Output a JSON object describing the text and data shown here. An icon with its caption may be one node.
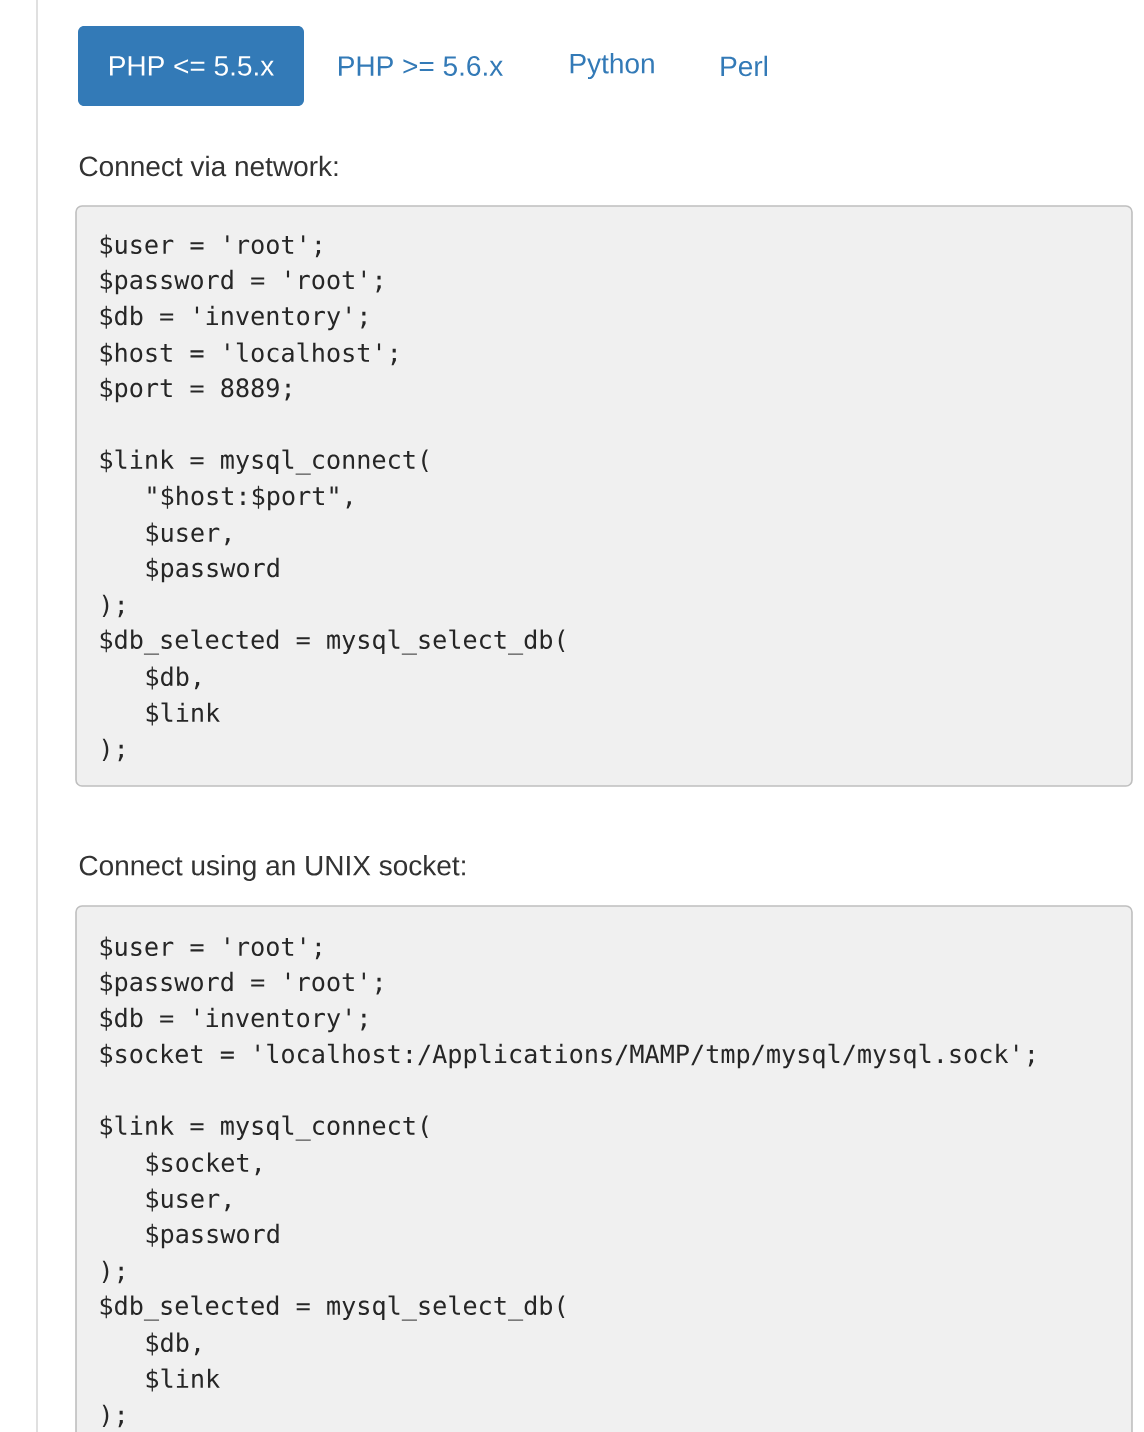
{
  "diagram": {
    "nodes": [
      {
        "text": [
          "PHP <= 5.5.x"
        ]
      },
      {
        "text": [
          "$user = 'root';",
          "$password = 'root';",
          "$db = 'inventory';",
          "$host = 'localhost';",
          "$port = 8889;",
          "$link = mysql_connect(",
          "\"$host:$port\",",
          "$user,",
          "$password",
          ");",
          "$db_selected = mysql_select_db(",
          "$db,",
          "$link",
          ");"
        ]
      },
      {
        "text": [
          "$user = 'root';",
          "$password = 'root';",
          "$db = 'inventory';",
          "$socket = 'localhost:/Applications/MAMP/tmp/mysql/mysql.sock';",
          "$link = mysql_connect(",
          "$socket,",
          "$user,",
          "$password",
          ");",
          "$db_selected = mysql_select_db(",
          "$db,",
          "$link",
          ");"
        ]
      }
    ],
    "labels": [
      "PHP >= 5.6.x",
      "Python",
      "Perl",
      "Connect via network:",
      "Connect using an UNIX socket:"
    ]
  }
}
